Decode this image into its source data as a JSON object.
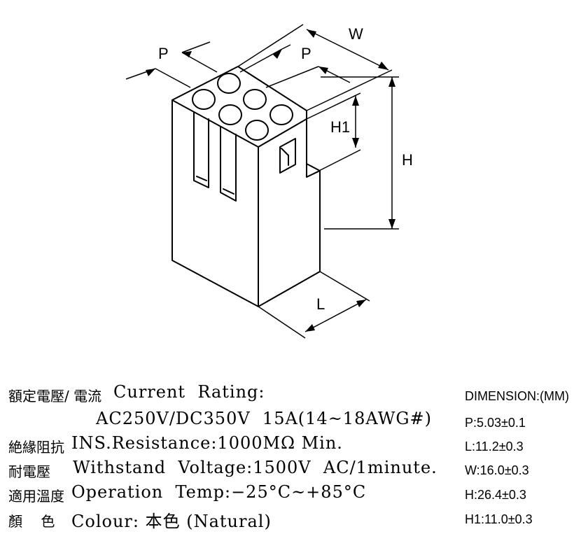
{
  "drawing": {
    "labels": {
      "p_left": "P",
      "p_right": "P",
      "w": "W",
      "h1": "H1",
      "h": "H",
      "l": "L"
    }
  },
  "specs": {
    "rating": {
      "cn": "額定電壓/ 電流",
      "en": "Current  Rating:",
      "value": "AC250V/DC350V  15A(14~18AWG#)"
    },
    "insulation": {
      "cn": "絶緣阻抗",
      "en": "INS.Resistance:1000MΩ Min."
    },
    "withstand": {
      "cn": "耐電壓",
      "en": "Withstand  Voltage:1500V  AC/1minute."
    },
    "operation": {
      "cn": "適用溫度",
      "en": "Operation  Temp:−25°C~+85°C"
    },
    "colour": {
      "cn": "顏　 色",
      "en": "Colour: 本色 (Natural)"
    }
  },
  "dimensions": {
    "title": "DIMENSION:(MM)",
    "items": [
      "P:5.03±0.1",
      "L:11.2±0.3",
      "W:16.0±0.3",
      "H:26.4±0.3",
      "H1:11.0±0.3"
    ]
  }
}
